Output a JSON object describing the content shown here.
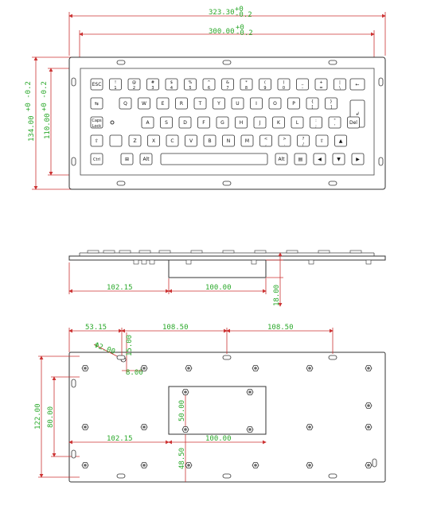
{
  "dimensions": {
    "top_overall": "323.30",
    "top_overall_tol_up": "+0",
    "top_overall_tol_dn": "-0.2",
    "top_inner": "300.00",
    "top_inner_tol_up": "+0",
    "top_inner_tol_dn": "-0.2",
    "left_outer": "134.00",
    "left_outer_tol": "+0 -0.2",
    "left_inner": "110.00",
    "left_inner_tol": "+0 -0.2",
    "side_left": "102.15",
    "side_center": "100.00",
    "side_height": "18.00",
    "bottom_top_left": "53.15",
    "bottom_top_mid": "108.50",
    "bottom_top_right": "108.50",
    "hole_dia": "Φ2.00",
    "hole_small": "15.00",
    "hole_offset": "8.00",
    "bottom_left_outer": "122.00",
    "bottom_left_inner": "80.00",
    "bottom_center_h": "50.00",
    "bottom_left_low": "102.15",
    "bottom_center_w": "100.00",
    "bottom_low_h": "48.50"
  },
  "keyboard": {
    "row1": [
      "ESC",
      "!\n1",
      "@\n2",
      "#\n3",
      "$\n4",
      "%\n5",
      "^\n6",
      "&\n7",
      "*\n8",
      "(\n9",
      ")\n0",
      "_\n-",
      "+\n=",
      "|\n\\",
      "←"
    ],
    "row2": [
      "⇆",
      "Q",
      "W",
      "E",
      "R",
      "T",
      "Y",
      "U",
      "I",
      "O",
      "P",
      "{\n[",
      "}\n]",
      "↲"
    ],
    "row3": [
      "Caps\nLock",
      "A",
      "S",
      "D",
      "F",
      "G",
      "H",
      "J",
      "K",
      "L",
      ":\n;",
      "\"\n'",
      "Del"
    ],
    "row4": [
      "⇧",
      "",
      "Z",
      "X",
      "C",
      "V",
      "B",
      "N",
      "M",
      "<\n,",
      ">\n.",
      "?\n/",
      "⇧",
      "▲"
    ],
    "row5": [
      "Ctrl",
      "⊞",
      "Alt",
      "",
      "Alt",
      "▤",
      "◀",
      "▼",
      "▶"
    ]
  }
}
